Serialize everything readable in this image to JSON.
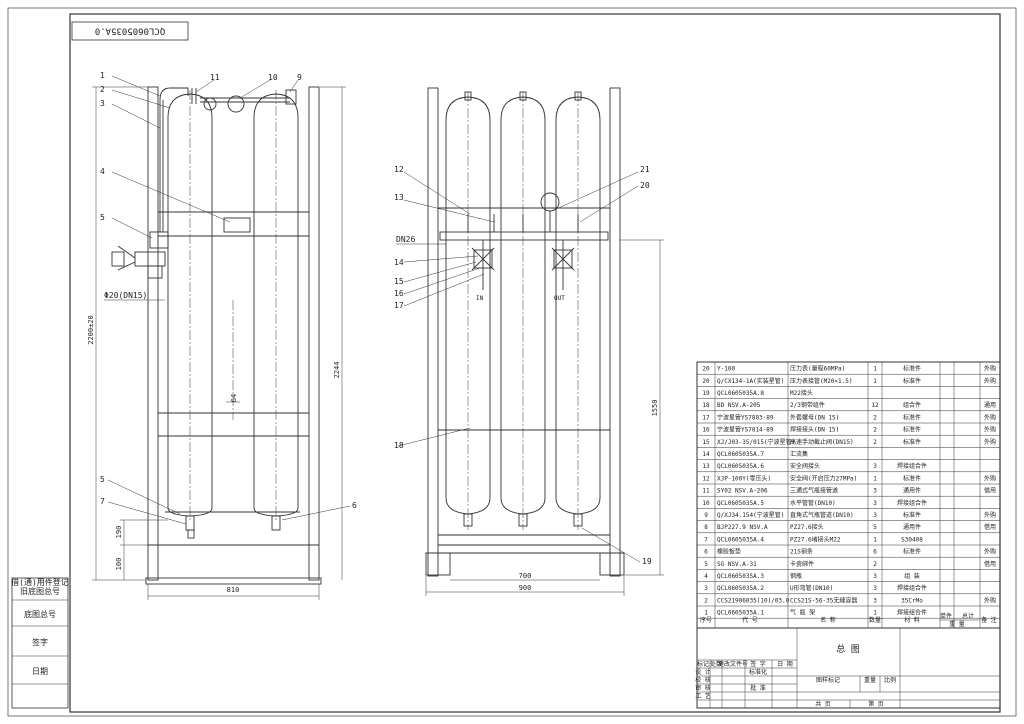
{
  "drawing_number": "QCL0605035A.0",
  "side_stamp": [
    "借(通)用件登记",
    "旧底图总号",
    "底图总号",
    "签字",
    "日期"
  ],
  "left_view": {
    "balloons": [
      "1",
      "2",
      "3",
      "4",
      "5",
      "11",
      "10",
      "9",
      "5",
      "7",
      "6"
    ],
    "dims": {
      "height_total": "2200±20",
      "height_right": "2244",
      "pipe": "Φ20(DN15)",
      "gap": "64",
      "h190": "190",
      "h100": "100",
      "width": "810"
    }
  },
  "right_view": {
    "balloons": [
      "12",
      "13",
      "14",
      "15",
      "16",
      "17",
      "21",
      "20",
      "18",
      "19"
    ],
    "labels": {
      "dn": "DN26",
      "in": "IN",
      "out": "OUT"
    },
    "dims": {
      "h1550": "1550",
      "w700": "700",
      "w900": "900"
    }
  },
  "bom": {
    "rows": [
      {
        "no": "20",
        "code": "Y-100",
        "name": "压力表(量程60MPa)",
        "qty": "1",
        "mat": "标准件",
        "note": "外购"
      },
      {
        "no": "20",
        "code": "Q/CX134-1A(实装星管)",
        "name": "压力表接管(M20×1.5)",
        "qty": "1",
        "mat": "标准件",
        "note": "外购"
      },
      {
        "no": "19",
        "code": "QCL0605035A.8",
        "name": "M22接头",
        "qty": "",
        "mat": "",
        "note": ""
      },
      {
        "no": "18",
        "code": "BD NSV.A-205",
        "name": "2/3钢带组件",
        "qty": "12",
        "mat": "组合件",
        "note": "通用"
      },
      {
        "no": "17",
        "code": "宁波星管YS7803-89",
        "name": "外套螺母(DN 15)",
        "qty": "2",
        "mat": "标准件",
        "note": "外购"
      },
      {
        "no": "16",
        "code": "宁波星管YS7814-89",
        "name": "焊接接头(DN 15)",
        "qty": "2",
        "mat": "标准件",
        "note": "外购"
      },
      {
        "no": "15",
        "code": "XJ/J03-35/015(宁波星管)",
        "name": "高速手动截止阀(DN15)",
        "qty": "2",
        "mat": "标准件",
        "note": "外购"
      },
      {
        "no": "14",
        "code": "QCL0605035A.7",
        "name": "汇流集",
        "qty": "",
        "mat": "",
        "note": ""
      },
      {
        "no": "13",
        "code": "QCL0605035A.6",
        "name": "安全阀接头",
        "qty": "3",
        "mat": "焊接组合件",
        "note": ""
      },
      {
        "no": "12",
        "code": "XJP-100Y(零压头)",
        "name": "安全阀(开启压力27MPa)",
        "qty": "1",
        "mat": "标准件",
        "note": "外购"
      },
      {
        "no": "11",
        "code": "SY02 NSV.A-206",
        "name": "三通式气瓶接管道",
        "qty": "3",
        "mat": "通用件",
        "note": "借用"
      },
      {
        "no": "10",
        "code": "QCL0605035A.5",
        "name": "水平管管(DN10)",
        "qty": "3",
        "mat": "焊接组合件",
        "note": ""
      },
      {
        "no": "9",
        "code": "Q/XJ34.154(宁波星管)",
        "name": "直角式气瓶管道(DN10)",
        "qty": "3",
        "mat": "标准件",
        "note": "外购"
      },
      {
        "no": "8",
        "code": "BJP227.9 NSV.A",
        "name": "PZ27.6接头",
        "qty": "5",
        "mat": "通用件",
        "note": "借用"
      },
      {
        "no": "7",
        "code": "QCL0605035A.4",
        "name": "PZ27.6堵接头M22",
        "qty": "1",
        "mat": "S30408",
        "note": ""
      },
      {
        "no": "6",
        "code": "橡胶板垫",
        "name": "21S钢条",
        "qty": "6",
        "mat": "标准件",
        "note": "外购"
      },
      {
        "no": "5",
        "code": "SG NSV.A-31",
        "name": "卡瓷绑件",
        "qty": "2",
        "mat": "",
        "note": "借用"
      },
      {
        "no": "4",
        "code": "QCL0605035A.3",
        "name": "钢瓶",
        "qty": "3",
        "mat": "组 装",
        "note": ""
      },
      {
        "no": "3",
        "code": "QCL0605035A.2",
        "name": "U形弯管(DN10)",
        "qty": "3",
        "mat": "焊接组合件",
        "note": ""
      },
      {
        "no": "2",
        "code": "CCS21906035(10)/03.0",
        "name": "CCS21S-56-35无缝容器",
        "qty": "3",
        "mat": "35CrMo",
        "note": "外购"
      },
      {
        "no": "1",
        "code": "QCL0605035A.1",
        "name": "气 瓶 架",
        "qty": "1",
        "mat": "焊接组合件",
        "note": ""
      }
    ],
    "header": {
      "no": "序号",
      "code": "代 号",
      "name": "名 称",
      "qty": "数量",
      "mat": "材 料",
      "w1": "单件",
      "w2": "总计",
      "wt": "重 量",
      "note": "备 注"
    }
  },
  "title_block": {
    "title": "总 图",
    "rev_row": [
      "标记",
      "处数",
      "更改文件号",
      "签 字",
      "日 期"
    ],
    "roles": [
      "设 计",
      "校 核",
      "审 核",
      "工 艺"
    ],
    "cells": [
      "标准化",
      "批 准",
      "图样标记",
      "重量",
      "比例",
      "共 页",
      "第 页"
    ]
  }
}
